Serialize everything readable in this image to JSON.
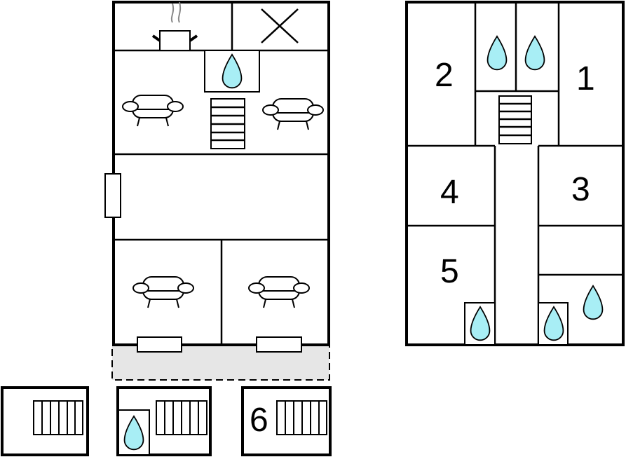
{
  "room_labels": {
    "r1": "1",
    "r2": "2",
    "r3": "3",
    "r4": "4",
    "r5": "5",
    "r6": "6"
  },
  "colors": {
    "water": "#a8eef5",
    "terrace": "#e6e6e6",
    "line": "#000000"
  },
  "icons": [
    "drop-icon",
    "sofa-icon",
    "stairs-icon",
    "cooking-pot-icon",
    "radiator-icon",
    "door-icon",
    "window-icon"
  ]
}
